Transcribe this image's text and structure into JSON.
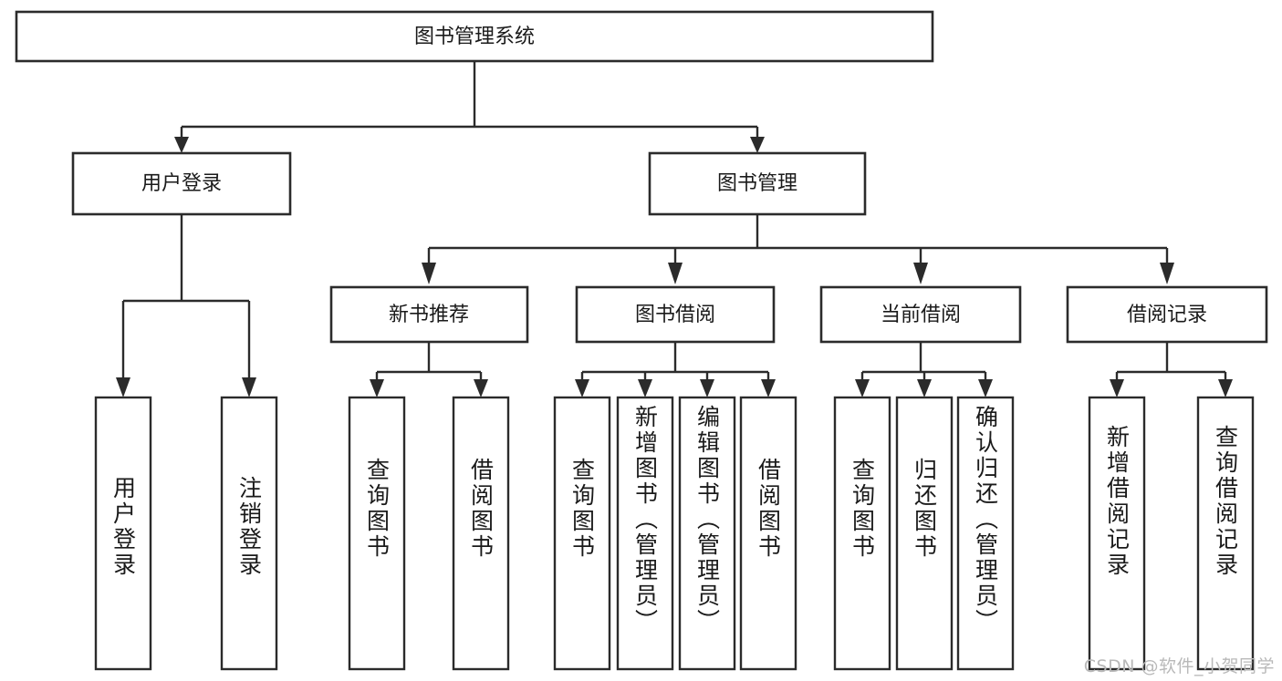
{
  "diagram": {
    "type": "tree-hierarchy-diagram",
    "title": "图书管理系统",
    "watermark": "CSDN @软件_小贺同学",
    "colors": {
      "box_stroke": "#2b2b2b",
      "box_fill": "#ffffff",
      "text": "#1a1a1a",
      "connector": "#2b2b2b",
      "watermark": "#b9b9b9"
    },
    "levels": {
      "root": {
        "label": "图书管理系统"
      },
      "level2": [
        {
          "label": "用户登录"
        },
        {
          "label": "图书管理"
        }
      ],
      "level3": [
        {
          "label": "新书推荐"
        },
        {
          "label": "图书借阅"
        },
        {
          "label": "当前借阅"
        },
        {
          "label": "借阅记录"
        }
      ],
      "leaves": {
        "user_login": [
          {
            "label": "用户登录"
          },
          {
            "label": "注销登录"
          }
        ],
        "new_book_recommend": [
          {
            "label": "查询图书"
          },
          {
            "label": "借阅图书"
          }
        ],
        "book_borrow": [
          {
            "label": "查询图书"
          },
          {
            "label": "新增图书（管理员）"
          },
          {
            "label": "编辑图书（管理员）"
          },
          {
            "label": "借阅图书"
          }
        ],
        "current_borrow": [
          {
            "label": "查询图书"
          },
          {
            "label": "归还图书"
          },
          {
            "label": "确认归还（管理员）"
          }
        ],
        "borrow_record": [
          {
            "label": "新增借阅记录"
          },
          {
            "label": "查询借阅记录"
          }
        ]
      }
    }
  }
}
